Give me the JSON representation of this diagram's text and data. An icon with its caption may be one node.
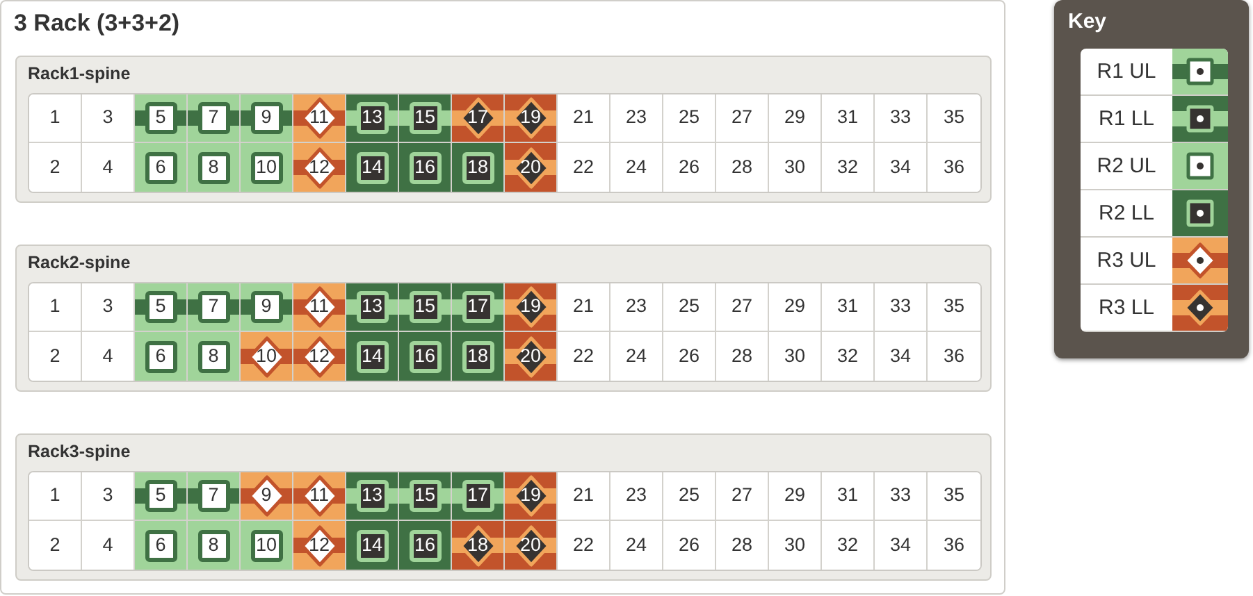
{
  "diagram": {
    "nodes": [
      {
        "text": [
          "3 Rack (3+3+2)"
        ]
      },
      {
        "text": [
          "Rack1-spine"
        ],
        "in": 0
      },
      {
        "text": [
          "1"
        ],
        "in": 1
      },
      {
        "text": [
          "3"
        ],
        "in": 1
      },
      {
        "text": [
          "5"
        ],
        "in": 1
      },
      {
        "text": [
          "7"
        ],
        "in": 1
      },
      {
        "text": [
          "9"
        ],
        "in": 1
      },
      {
        "text": [
          "11"
        ],
        "in": 1
      },
      {
        "text": [
          "13"
        ],
        "in": 1
      },
      {
        "text": [
          "15"
        ],
        "in": 1
      },
      {
        "text": [
          "17"
        ],
        "in": 1
      },
      {
        "text": [
          "19"
        ],
        "in": 1
      },
      {
        "text": [
          "21"
        ],
        "in": 1
      },
      {
        "text": [
          "23"
        ],
        "in": 1
      },
      {
        "text": [
          "25"
        ],
        "in": 1
      },
      {
        "text": [
          "27"
        ],
        "in": 1
      },
      {
        "text": [
          "29"
        ],
        "in": 1
      },
      {
        "text": [
          "31"
        ],
        "in": 1
      },
      {
        "text": [
          "33"
        ],
        "in": 1
      },
      {
        "text": [
          "35"
        ],
        "in": 1
      },
      {
        "text": [
          "2"
        ],
        "in": 1
      },
      {
        "text": [
          "4"
        ],
        "in": 1
      },
      {
        "text": [
          "6"
        ],
        "in": 1
      },
      {
        "text": [
          "8"
        ],
        "in": 1
      },
      {
        "text": [
          "10"
        ],
        "in": 1
      },
      {
        "text": [
          "12"
        ],
        "in": 1
      },
      {
        "text": [
          "14"
        ],
        "in": 1
      },
      {
        "text": [
          "16"
        ],
        "in": 1
      },
      {
        "text": [
          "18"
        ],
        "in": 1
      },
      {
        "text": [
          "20"
        ],
        "in": 1
      },
      {
        "text": [
          "22"
        ],
        "in": 1
      },
      {
        "text": [
          "24"
        ],
        "in": 1
      },
      {
        "text": [
          "26"
        ],
        "in": 1
      },
      {
        "text": [
          "28"
        ],
        "in": 1
      },
      {
        "text": [
          "30"
        ],
        "in": 1
      },
      {
        "text": [
          "32"
        ],
        "in": 1
      },
      {
        "text": [
          "34"
        ],
        "in": 1
      },
      {
        "text": [
          "36"
        ],
        "in": 1
      },
      {
        "text": [
          "Rack2-spine"
        ],
        "in": 0
      },
      {
        "text": [
          "1"
        ],
        "in": 38
      },
      {
        "text": [
          "3"
        ],
        "in": 38
      },
      {
        "text": [
          "5"
        ],
        "in": 38
      },
      {
        "text": [
          "7"
        ],
        "in": 38
      },
      {
        "text": [
          "9"
        ],
        "in": 38
      },
      {
        "text": [
          "11"
        ],
        "in": 38
      },
      {
        "text": [
          "13"
        ],
        "in": 38
      },
      {
        "text": [
          "15"
        ],
        "in": 38
      },
      {
        "text": [
          "17"
        ],
        "in": 38
      },
      {
        "text": [
          "19"
        ],
        "in": 38
      },
      {
        "text": [
          "21"
        ],
        "in": 38
      },
      {
        "text": [
          "23"
        ],
        "in": 38
      },
      {
        "text": [
          "25"
        ],
        "in": 38
      },
      {
        "text": [
          "27"
        ],
        "in": 38
      },
      {
        "text": [
          "29"
        ],
        "in": 38
      },
      {
        "text": [
          "31"
        ],
        "in": 38
      },
      {
        "text": [
          "33"
        ],
        "in": 38
      },
      {
        "text": [
          "35"
        ],
        "in": 38
      },
      {
        "text": [
          "2"
        ],
        "in": 38
      },
      {
        "text": [
          "4"
        ],
        "in": 38
      },
      {
        "text": [
          "6"
        ],
        "in": 38
      },
      {
        "text": [
          "8"
        ],
        "in": 38
      },
      {
        "text": [
          "10"
        ],
        "in": 38
      },
      {
        "text": [
          "12"
        ],
        "in": 38
      },
      {
        "text": [
          "14"
        ],
        "in": 38
      },
      {
        "text": [
          "16"
        ],
        "in": 38
      },
      {
        "text": [
          "18"
        ],
        "in": 38
      },
      {
        "text": [
          "20"
        ],
        "in": 38
      },
      {
        "text": [
          "22"
        ],
        "in": 38
      },
      {
        "text": [
          "24"
        ],
        "in": 38
      },
      {
        "text": [
          "26"
        ],
        "in": 38
      },
      {
        "text": [
          "28"
        ],
        "in": 38
      },
      {
        "text": [
          "30"
        ],
        "in": 38
      },
      {
        "text": [
          "32"
        ],
        "in": 38
      },
      {
        "text": [
          "34"
        ],
        "in": 38
      },
      {
        "text": [
          "36"
        ],
        "in": 38
      },
      {
        "text": [
          "Rack3-spine"
        ],
        "in": 0
      },
      {
        "text": [
          "1"
        ],
        "in": 75
      },
      {
        "text": [
          "3"
        ],
        "in": 75
      },
      {
        "text": [
          "5"
        ],
        "in": 75
      },
      {
        "text": [
          "7"
        ],
        "in": 75
      },
      {
        "text": [
          "9"
        ],
        "in": 75
      },
      {
        "text": [
          "11"
        ],
        "in": 75
      },
      {
        "text": [
          "13"
        ],
        "in": 75
      },
      {
        "text": [
          "15"
        ],
        "in": 75
      },
      {
        "text": [
          "17"
        ],
        "in": 75
      },
      {
        "text": [
          "19"
        ],
        "in": 75
      },
      {
        "text": [
          "21"
        ],
        "in": 75
      },
      {
        "text": [
          "23"
        ],
        "in": 75
      },
      {
        "text": [
          "25"
        ],
        "in": 75
      },
      {
        "text": [
          "27"
        ],
        "in": 75
      },
      {
        "text": [
          "29"
        ],
        "in": 75
      },
      {
        "text": [
          "31"
        ],
        "in": 75
      },
      {
        "text": [
          "33"
        ],
        "in": 75
      },
      {
        "text": [
          "35"
        ],
        "in": 75
      },
      {
        "text": [
          "2"
        ],
        "in": 75
      },
      {
        "text": [
          "4"
        ],
        "in": 75
      },
      {
        "text": [
          "6"
        ],
        "in": 75
      },
      {
        "text": [
          "8"
        ],
        "in": 75
      },
      {
        "text": [
          "10"
        ],
        "in": 75
      },
      {
        "text": [
          "12"
        ],
        "in": 75
      },
      {
        "text": [
          "14"
        ],
        "in": 75
      },
      {
        "text": [
          "16"
        ],
        "in": 75
      },
      {
        "text": [
          "18"
        ],
        "in": 75
      },
      {
        "text": [
          "20"
        ],
        "in": 75
      },
      {
        "text": [
          "22"
        ],
        "in": 75
      },
      {
        "text": [
          "24"
        ],
        "in": 75
      },
      {
        "text": [
          "26"
        ],
        "in": 75
      },
      {
        "text": [
          "28"
        ],
        "in": 75
      },
      {
        "text": [
          "30"
        ],
        "in": 75
      },
      {
        "text": [
          "32"
        ],
        "in": 75
      },
      {
        "text": [
          "34"
        ],
        "in": 75
      },
      {
        "text": [
          "36"
        ],
        "in": 75
      },
      {
        "text": [
          "Key"
        ]
      }
    ],
    "legend": [
      {
        "text": "R1 UL"
      },
      {
        "text": "R1 LL"
      },
      {
        "text": "R2 UL"
      },
      {
        "text": "R2 LL"
      },
      {
        "text": "R3 UL"
      },
      {
        "text": "R3 LL"
      }
    ]
  }
}
